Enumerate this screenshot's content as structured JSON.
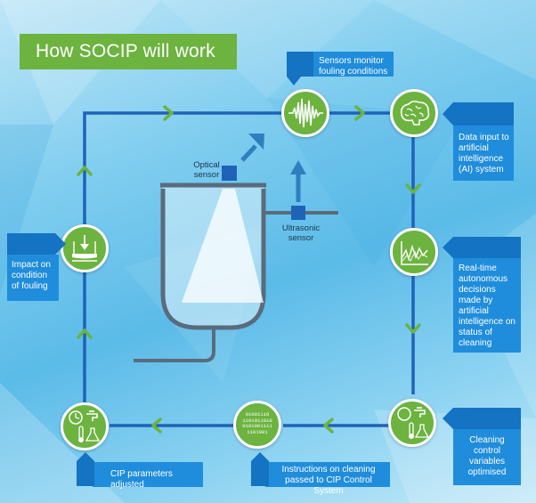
{
  "title": "How SOCIP will work",
  "colors": {
    "green": "#6cb33f",
    "loop_blue": "#1e63b8",
    "callout_blue": "#1f8ddb",
    "callout_tab": "#1473c2"
  },
  "tank_labels": {
    "optical_sensor": "Optical sensor",
    "ultrasonic_sensor": "Ultrasonic sensor"
  },
  "binary_text": [
    "01001110",
    "1101011010",
    "0101001111",
    "1101001"
  ],
  "callouts": {
    "sensors": "Sensors monitor fouling conditions",
    "ai_input": "Data input to artificial intelligence (AI) system",
    "decisions": "Real-time autonomous decisions made by artificial intelligence on status of cleaning",
    "optimised": "Cleaning control variables optimised",
    "instructions": "Instructions on cleaning passed to CIP Control System",
    "cip_adjusted": "CIP parameters adjusted",
    "impact": "Impact on condition of fouling"
  },
  "icons": {
    "sensors": "waveform-icon",
    "ai_input": "brain-icon",
    "decisions": "line-chart-icon",
    "optimised": "tap-thermometer-flask-icon",
    "instructions": "binary-code-icon",
    "cip_adjusted": "tap-clock-thermometer-flask-icon",
    "impact": "fouling-layer-icon"
  }
}
